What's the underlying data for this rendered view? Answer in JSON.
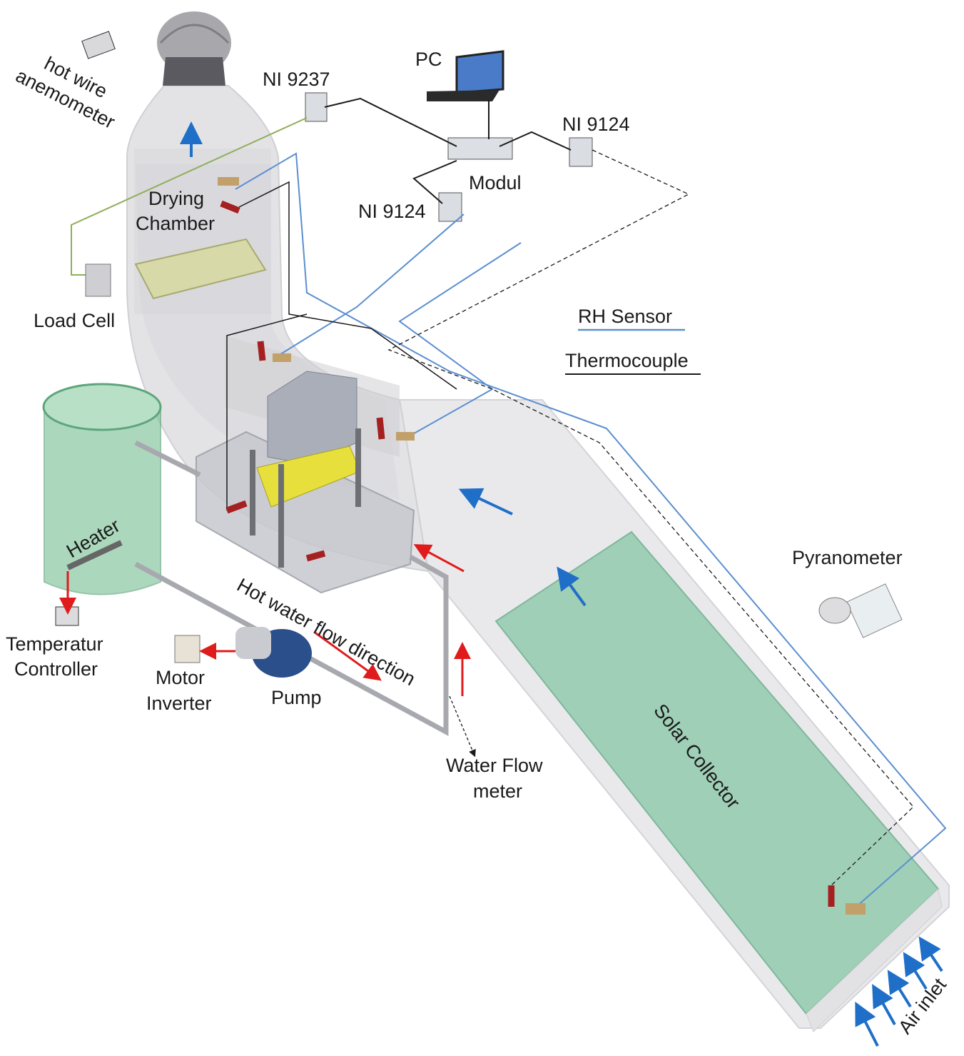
{
  "labels": {
    "hot_wire_anemometer_line1": "hot wire",
    "hot_wire_anemometer_line2": "anemometer",
    "ni_9237": "NI 9237",
    "pc": "PC",
    "ni_9124_right": "NI 9124",
    "modul": "Modul",
    "ni_9124_left": "NI 9124",
    "drying_chamber_line1": "Drying",
    "drying_chamber_line2": "Chamber",
    "load_cell": "Load Cell",
    "rh_sensor": "RH Sensor",
    "thermocouple": "Thermocouple",
    "heater": "Heater",
    "temperature_controller_line1": "Temperatur",
    "temperature_controller_line2": "Controller",
    "motor_inverter_line1": "Motor",
    "motor_inverter_line2": "Inverter",
    "pump": "Pump",
    "hot_water_flow_direction": "Hot water flow direction",
    "water_flow_meter_line1": "Water Flow",
    "water_flow_meter_line2": "meter",
    "pyranometer": "Pyranometer",
    "solar_collector": "Solar Collector",
    "air_inlet": "Air inlet"
  },
  "colors": {
    "rh_sensor_line": "#5b8fd0",
    "thermocouple_line": "#1a1a1a",
    "airflow_arrow": "#1f6fc8",
    "water_arrow": "#e01b1b",
    "collector_plate": "#9fcfb7",
    "tank_green": "#7fc49a",
    "load_cell_wire": "#8fae5a"
  }
}
